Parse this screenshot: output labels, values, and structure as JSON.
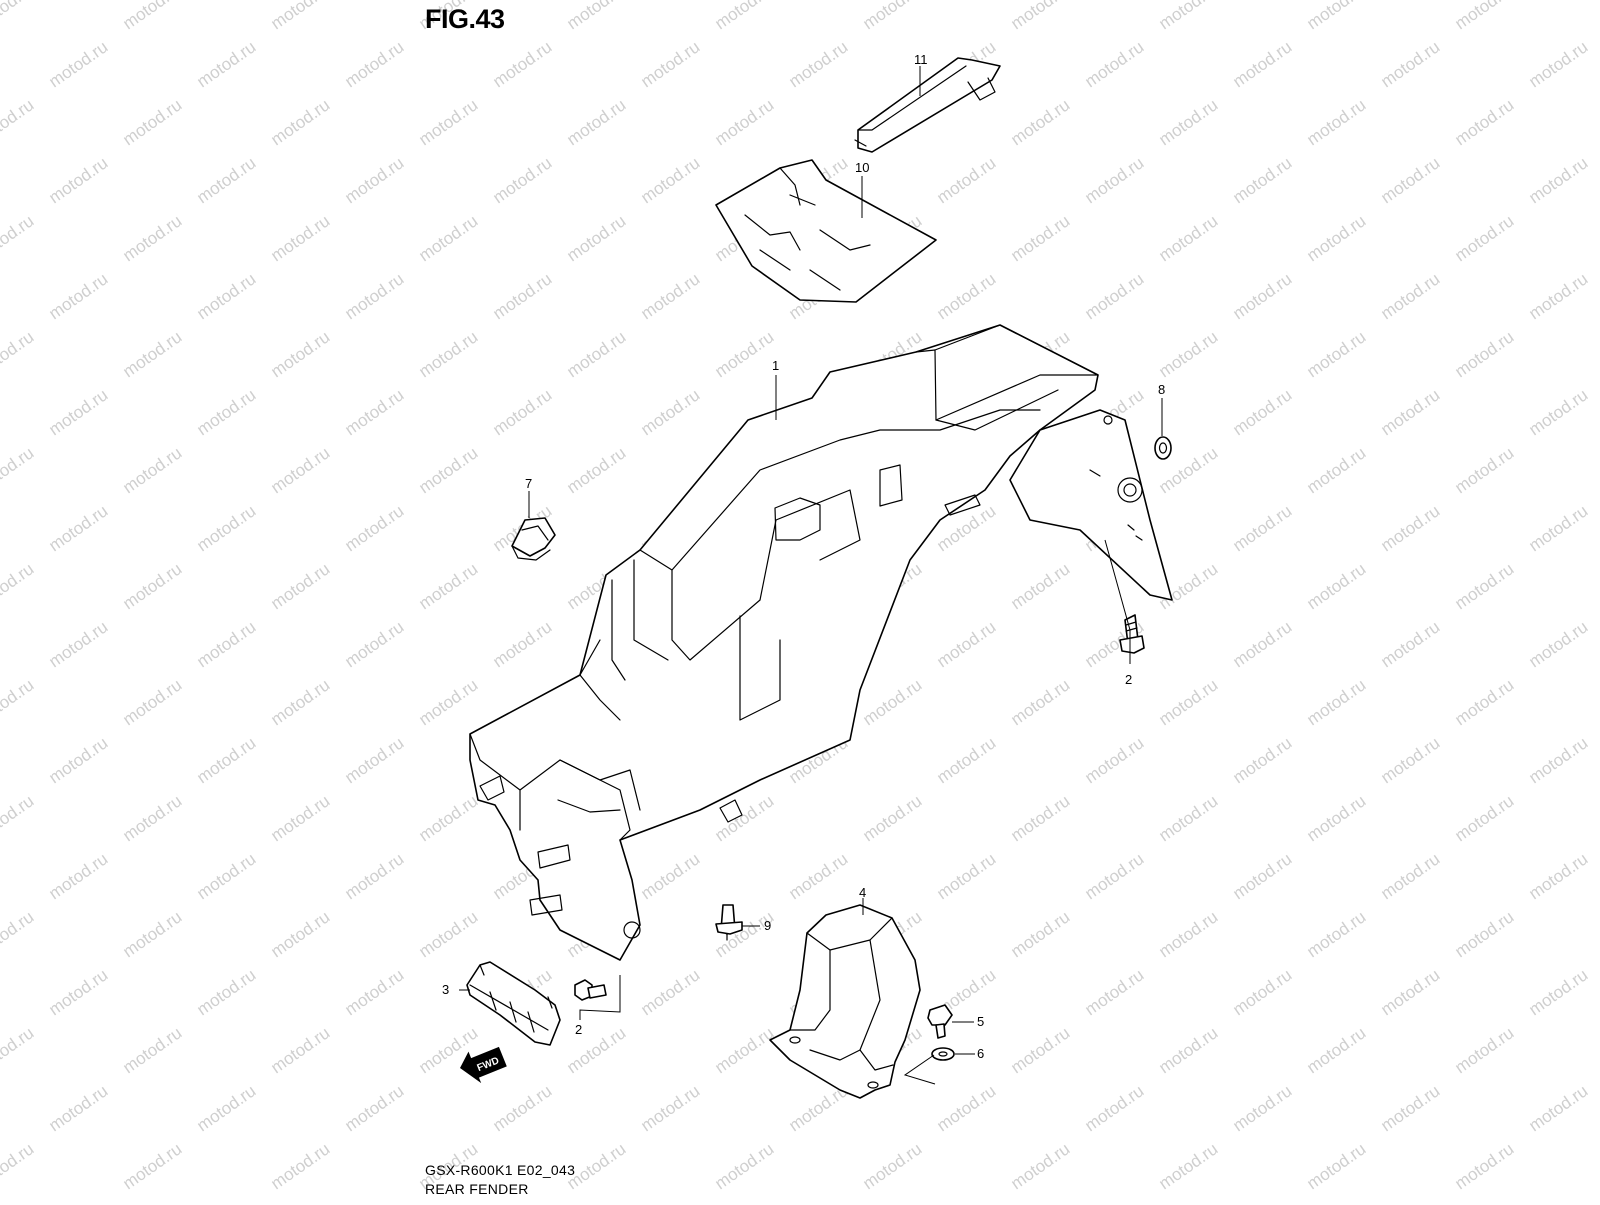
{
  "figure_title": "FIG.43",
  "watermark": "motod.ru",
  "footer": {
    "code": "GSX-R600K1 E02_043",
    "name": "REAR FENDER"
  },
  "direction_badge": "FWD",
  "callouts": {
    "c1": "1",
    "c2a": "2",
    "c2b": "2",
    "c3": "3",
    "c4": "4",
    "c5": "5",
    "c6": "6",
    "c7": "7",
    "c8": "8",
    "c9": "9",
    "c10": "10",
    "c11": "11"
  }
}
